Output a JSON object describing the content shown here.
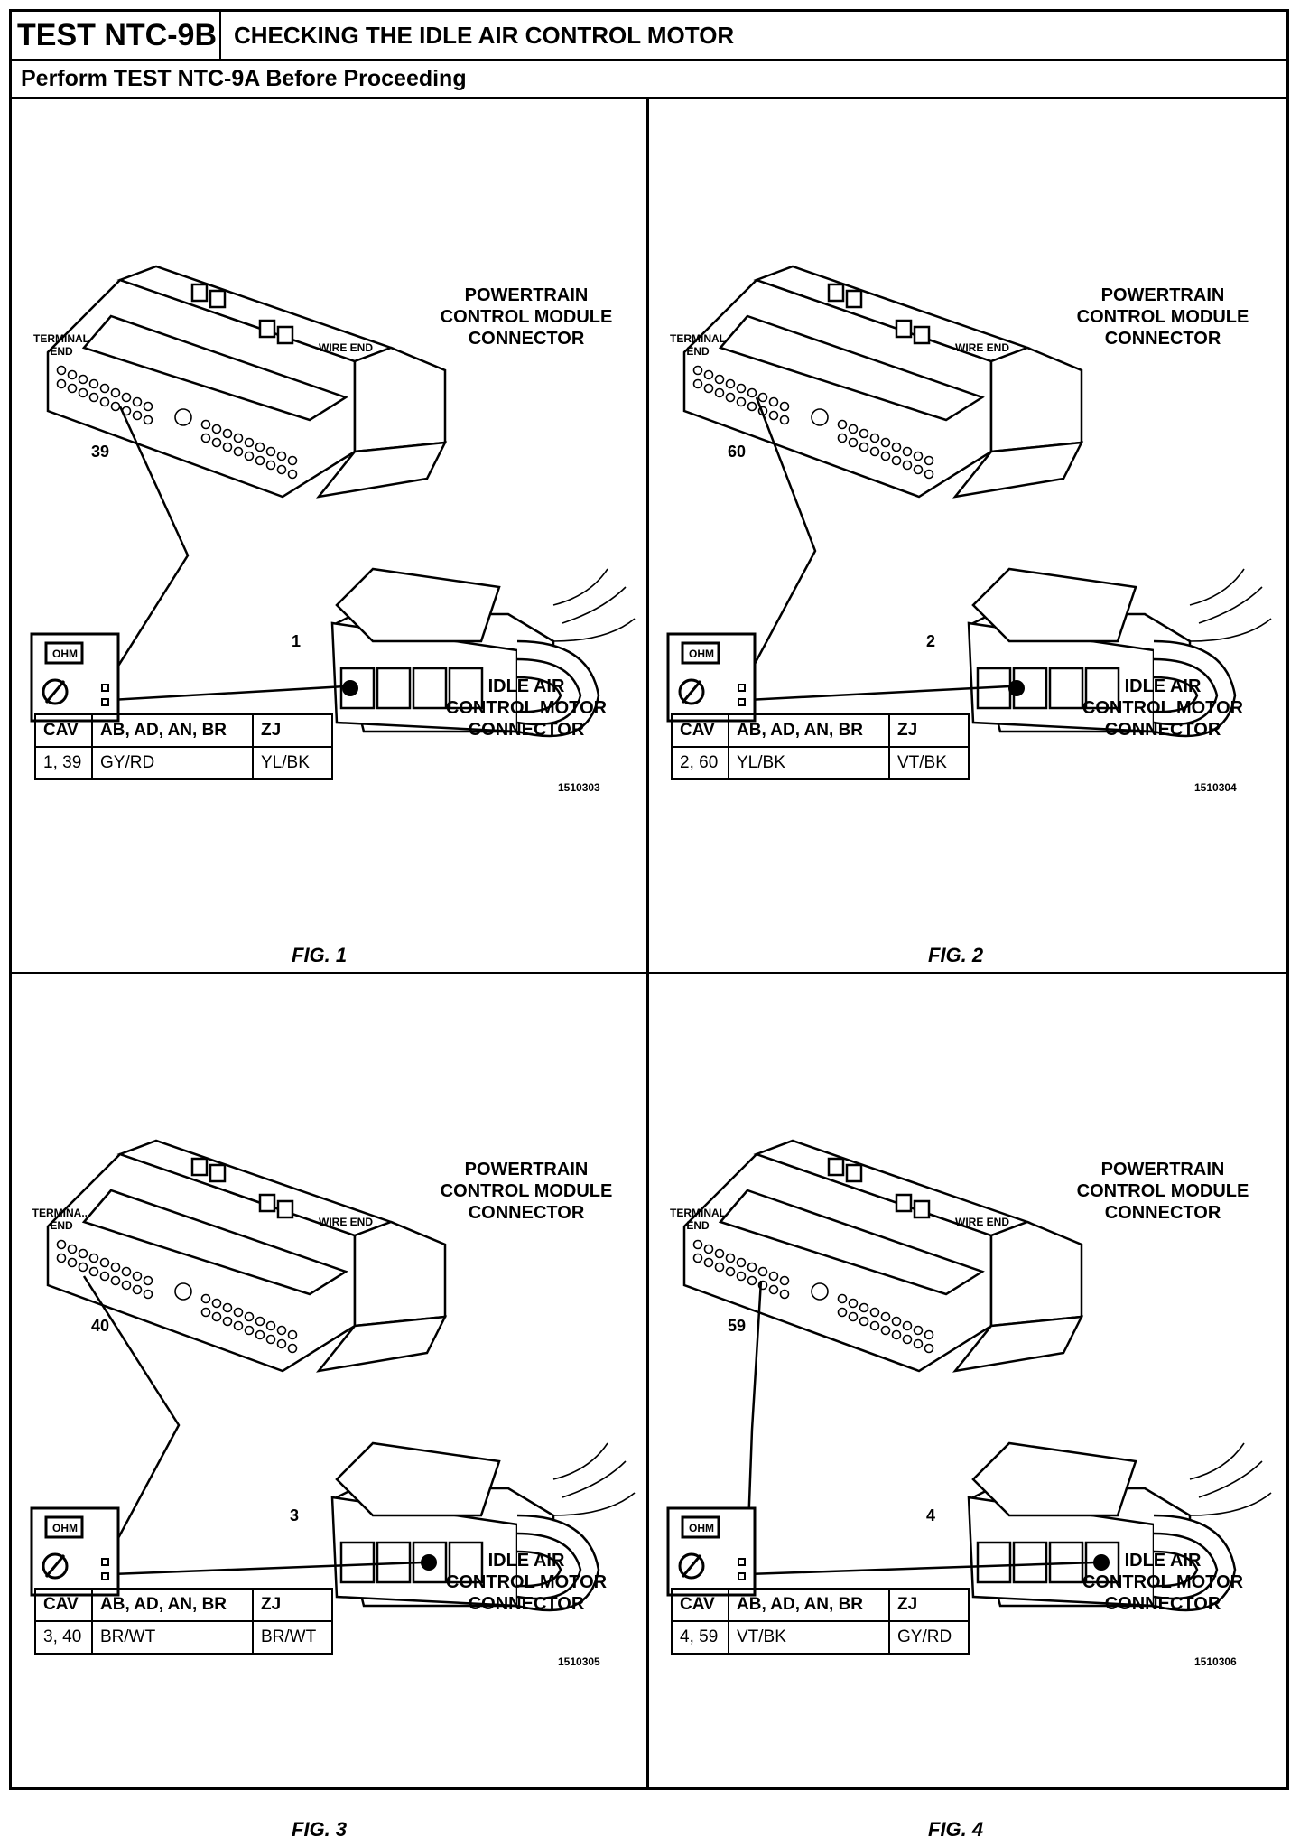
{
  "header": {
    "test_id": "TEST NTC-9B",
    "title": "CHECKING THE IDLE AIR CONTROL MOTOR",
    "subtitle": "Perform TEST NTC-9A Before Proceeding"
  },
  "labels": {
    "pcm": [
      "POWERTRAIN",
      "CONTROL MODULE",
      "CONNECTOR"
    ],
    "iac": [
      "IDLE AIR",
      "CONTROL MOTOR",
      "CONNECTOR"
    ],
    "terminal_end": "TERMINAL END",
    "terminal_end_fig3": "TERMINA... END",
    "wire_end": "WIRE END",
    "ohm": "OHM"
  },
  "table_headers": [
    "CAV",
    "AB, AD, AN, BR",
    "ZJ"
  ],
  "figures": [
    {
      "fig": "FIG. 1",
      "pcm_pin": "39",
      "iac_pin": "1",
      "code": "1510303",
      "row": [
        "1, 39",
        "GY/RD",
        "YL/BK"
      ]
    },
    {
      "fig": "FIG. 2",
      "pcm_pin": "60",
      "iac_pin": "2",
      "code": "1510304",
      "row": [
        "2, 60",
        "YL/BK",
        "VT/BK"
      ]
    },
    {
      "fig": "FIG. 3",
      "pcm_pin": "40",
      "iac_pin": "3",
      "code": "1510305",
      "row": [
        "3, 40",
        "BR/WT",
        "BR/WT"
      ]
    },
    {
      "fig": "FIG. 4",
      "pcm_pin": "59",
      "iac_pin": "4",
      "code": "1510306",
      "row": [
        "4, 59",
        "VT/BK",
        "GY/RD"
      ]
    }
  ]
}
